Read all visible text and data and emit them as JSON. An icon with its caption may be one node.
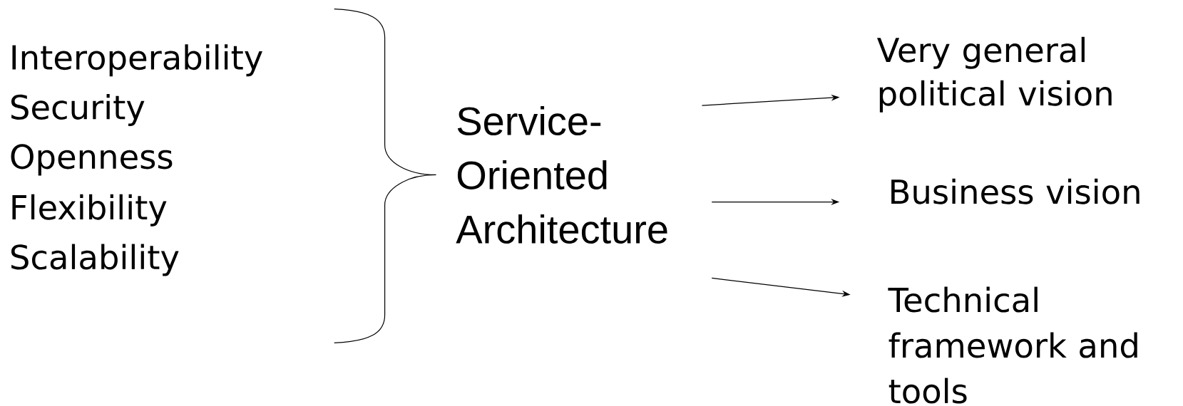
{
  "diagram": {
    "nodes": [
      {
        "text": [
          "Service-Oriented Architecture"
        ]
      },
      {
        "text": [
          "Very general political vision"
        ]
      },
      {
        "text": [
          "Business vision"
        ]
      },
      {
        "text": [
          "Technical framework and tools"
        ]
      }
    ],
    "edges": [
      {
        "from": 0,
        "to": 1,
        "arrow": "to"
      },
      {
        "from": 0,
        "to": 2,
        "arrow": "to"
      },
      {
        "from": 0,
        "to": 3,
        "arrow": "to"
      }
    ],
    "labels": [
      "Interoperability",
      "Security",
      "Openness",
      "Flexibility",
      "Scalability"
    ]
  }
}
